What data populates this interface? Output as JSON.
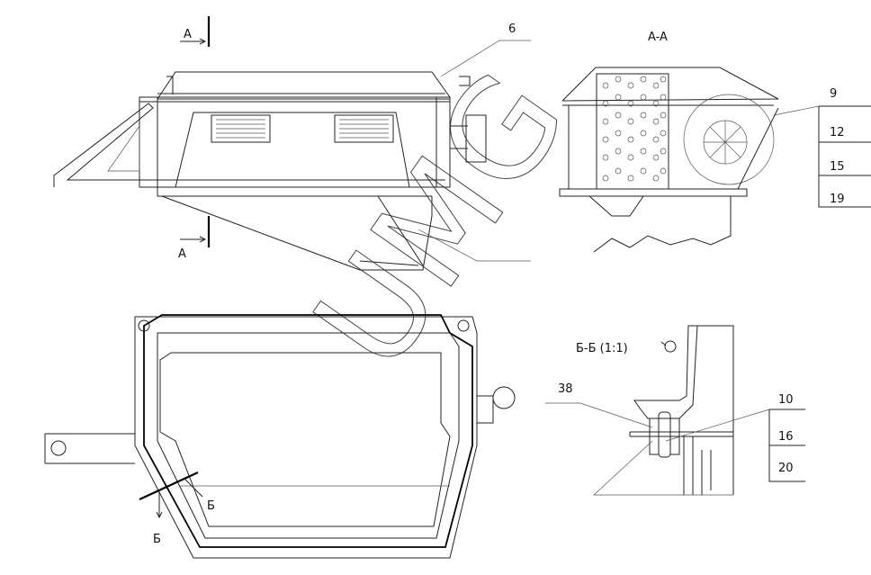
{
  "drawing": {
    "watermark": "UMG",
    "front_view": {
      "section_mark_top": "A",
      "section_mark_bottom": "A",
      "callout_6": "6"
    },
    "section_aa": {
      "title": "A-A",
      "callouts": [
        "9",
        "12",
        "15",
        "19"
      ]
    },
    "plan_view": {
      "section_mark_1": "Б",
      "section_mark_2": "Б"
    },
    "section_bb": {
      "title": "Б-Б (1:1)",
      "rotation_symbol": "rotated-view-icon",
      "callout_left": "38",
      "callouts": [
        "10",
        "16",
        "20"
      ]
    }
  }
}
